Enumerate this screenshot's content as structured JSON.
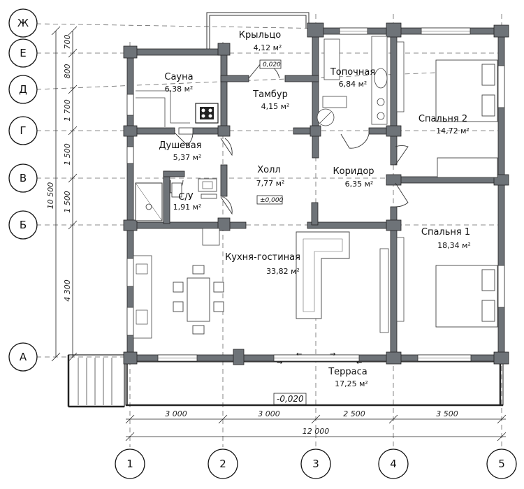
{
  "axes_letters": [
    "Ж",
    "Е",
    "Д",
    "Г",
    "В",
    "Б",
    "А"
  ],
  "axes_numbers": [
    "1",
    "2",
    "3",
    "4",
    "5"
  ],
  "dims_vertical": [
    "700",
    "800",
    "1 700",
    "1 500",
    "1 500",
    "4 300"
  ],
  "dim_total_vertical": "10 500",
  "dims_horizontal": [
    "3 000",
    "3 000",
    "2 500",
    "3 500"
  ],
  "dim_total_horizontal": "12 000",
  "rooms": {
    "krylco": {
      "name": "Крыльцо",
      "area": "4,12 м²"
    },
    "sauna": {
      "name": "Сауна",
      "area": "6,38 м²"
    },
    "tambur": {
      "name": "Тамбур",
      "area": "4,15 м²"
    },
    "topochnaya": {
      "name": "Топочная",
      "area": "6,84 м²"
    },
    "spalnya2": {
      "name": "Спальня 2",
      "area": "14,72 м²"
    },
    "dushevaya": {
      "name": "Душевая",
      "area": "5,37 м²"
    },
    "holl": {
      "name": "Холл",
      "area": "7,77 м²"
    },
    "koridor": {
      "name": "Коридор",
      "area": "6,35 м²"
    },
    "su": {
      "name": "С/У",
      "area": "1,91 м²"
    },
    "spalnya1": {
      "name": "Спальня 1",
      "area": "18,34 м²"
    },
    "kuhnya": {
      "name": "Кухня-гостиная",
      "area": "33,82 м²"
    },
    "terrasa": {
      "name": "Терраса",
      "area": "17,25 м²"
    }
  },
  "levels": {
    "krylco_level": "0,020",
    "holl_level": "±0,000",
    "terrace_level": "-0,020"
  }
}
